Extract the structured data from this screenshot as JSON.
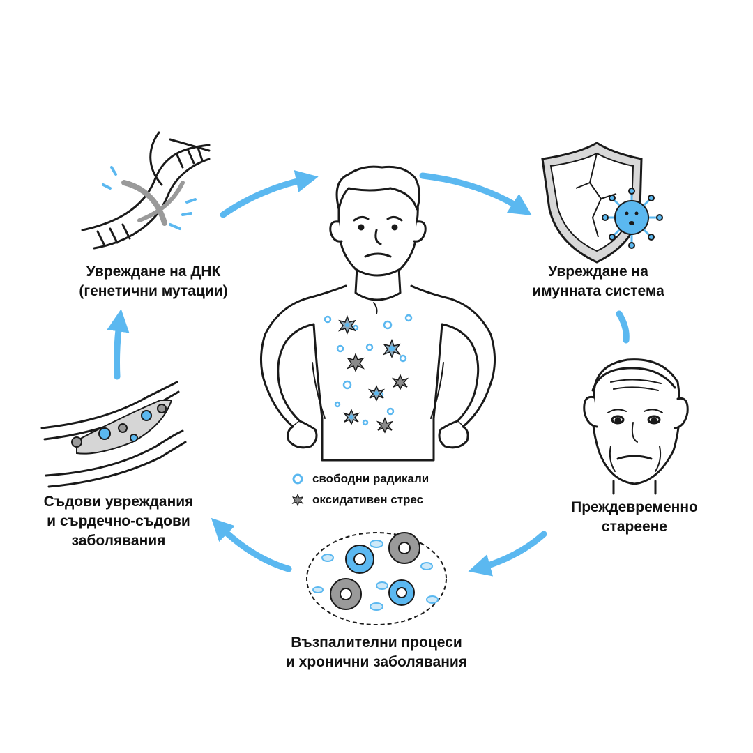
{
  "accent_color": "#5bb8f0",
  "stroke_color": "#1a1a1a",
  "gray_color": "#9a9a9a",
  "nodes": {
    "dna": {
      "line1": "Увреждане на ДНК",
      "line2": "(генетични мутации)",
      "icon": "dna-icon"
    },
    "immune": {
      "line1": "Увреждане на",
      "line2": "имунната система",
      "icon": "cracked-shield-virus-icon"
    },
    "aging": {
      "line1": "Преждевременно",
      "line2": "стареене",
      "icon": "elderly-face-icon"
    },
    "inflammation": {
      "line1": "Възпалителни процеси",
      "line2": "и хронични заболявания",
      "icon": "inflamed-cells-icon"
    },
    "vascular": {
      "line1": "Съдови увреждания",
      "line2": "и сърдечно-съдови",
      "line3": "заболявания",
      "icon": "clogged-artery-icon"
    }
  },
  "center_figure": {
    "icon": "worried-man-torso-icon"
  },
  "legend": {
    "free_radicals": "свободни радикали",
    "oxidative_stress": "оксидативен стрес"
  }
}
